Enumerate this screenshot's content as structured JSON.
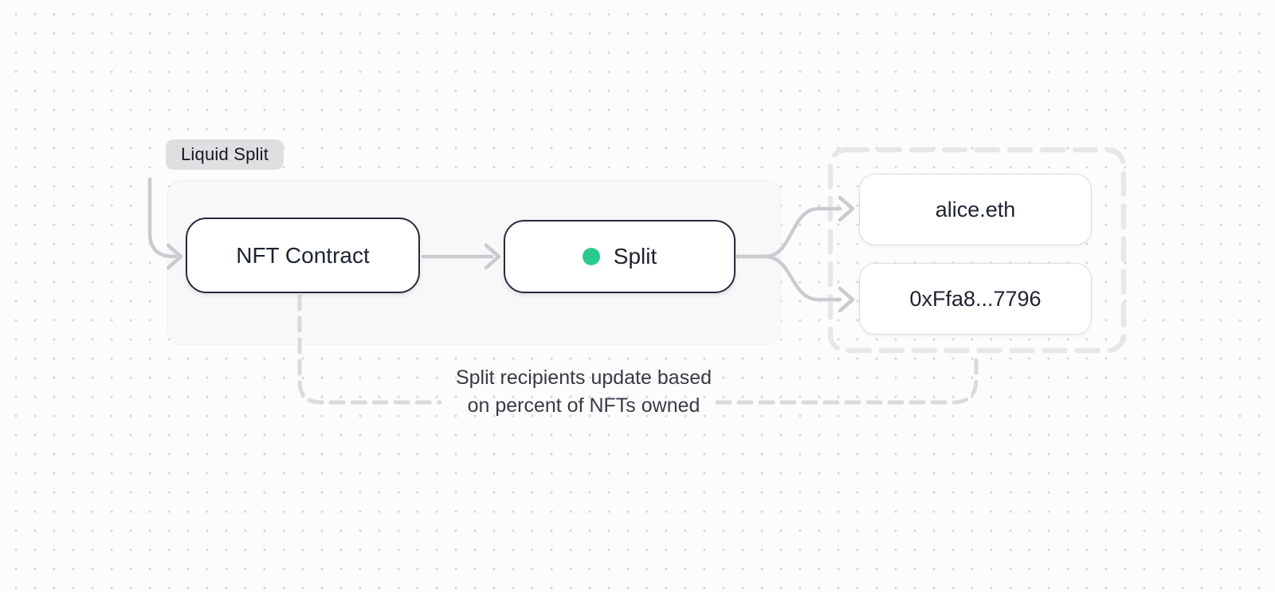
{
  "diagram": {
    "group_label": "Liquid Split",
    "nodes": {
      "nft_contract": {
        "label": "NFT Contract"
      },
      "split": {
        "label": "Split",
        "status_dot": "green"
      },
      "recipient_1": {
        "label": "alice.eth"
      },
      "recipient_2": {
        "label": "0xFfa8...7796"
      }
    },
    "edge_caption": {
      "line1": "Split recipients update based",
      "line2": "on percent of NFTs owned"
    },
    "colors": {
      "accent_green": "#2BCB90",
      "edge_gray": "#C9CBD1",
      "dashed_gray": "#D9DADE",
      "dashed_box_gray": "#E7E7EA",
      "node_border_dark": "#262B3D",
      "text_dark": "#1D2330",
      "label_bg": "#DFDFE1",
      "panel_bg": "#F8F8F9",
      "page_bg": "#FCFCFD"
    }
  }
}
